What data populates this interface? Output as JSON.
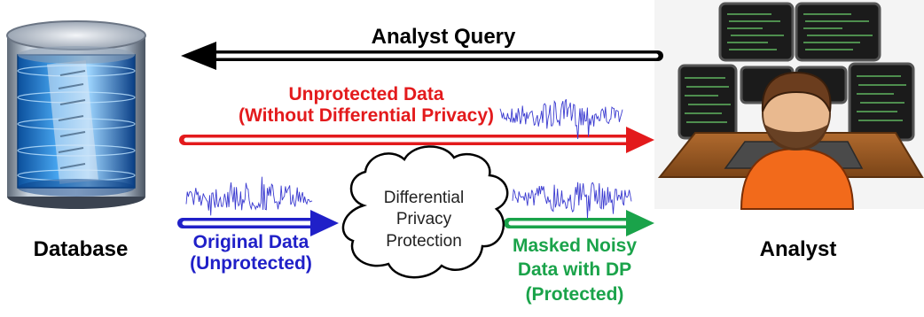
{
  "title": "Analyst Query",
  "nodes": {
    "database": {
      "label": "Database"
    },
    "analyst": {
      "label": "Analyst"
    },
    "dp_cloud": {
      "line1": "Differential",
      "line2": "Privacy",
      "line3": "Protection"
    }
  },
  "flows": {
    "unprotected": {
      "line1": "Unprotected Data",
      "line2": "(Without Differential Privacy)",
      "color": "#e31a1c"
    },
    "original": {
      "line1": "Original Data",
      "line2": "(Unprotected)",
      "color": "#2020c8"
    },
    "masked": {
      "line1": "Masked Noisy",
      "line2": "Data with DP",
      "line3": "(Protected)",
      "color": "#1aa34a"
    }
  },
  "colors": {
    "query_arrow": "#000000",
    "signal": "#3a3ad0"
  },
  "icons": {
    "database": "database-cylinder-icon",
    "analyst": "analyst-at-computers-icon"
  }
}
